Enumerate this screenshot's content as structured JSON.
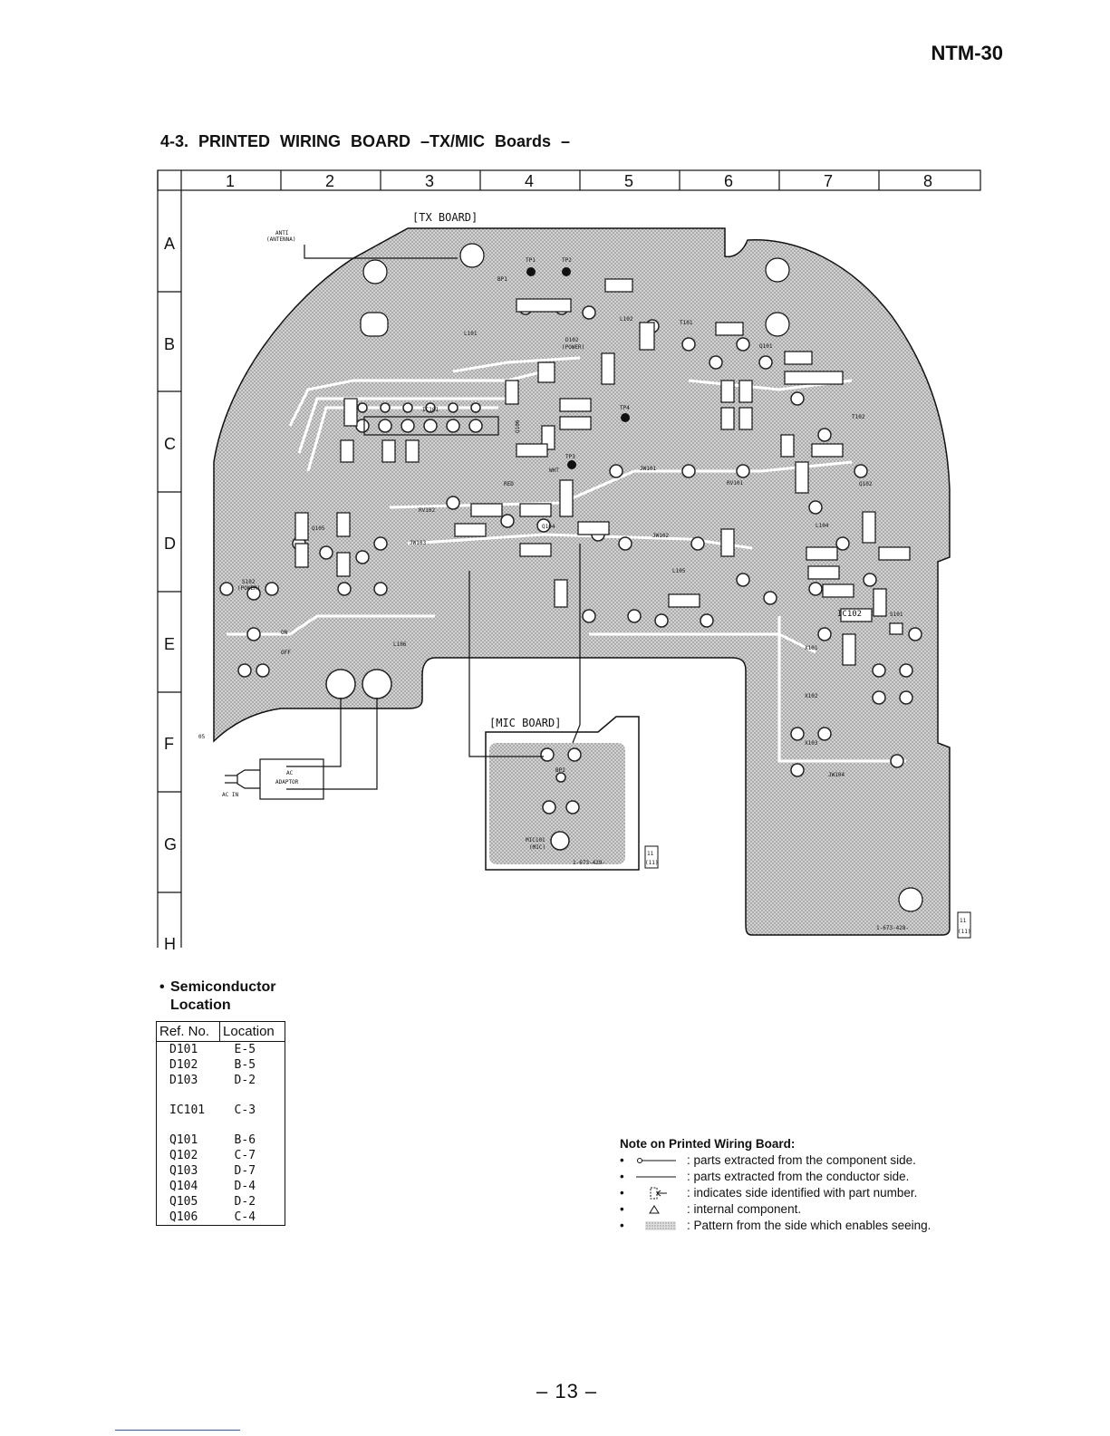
{
  "header": {
    "model": "NTM-30"
  },
  "section": {
    "title": "4-3.  PRINTED WIRING BOARD –TX/MIC Boards –"
  },
  "grid": {
    "columns": [
      "1",
      "2",
      "3",
      "4",
      "5",
      "6",
      "7",
      "8"
    ],
    "rows": [
      "A",
      "B",
      "C",
      "D",
      "E",
      "F",
      "G",
      "H"
    ]
  },
  "board_labels": {
    "tx_board": "[TX BOARD]",
    "mic_board": "[MIC BOARD]",
    "antenna": "ANTI",
    "antenna2": "(ANTENNA)",
    "ac_adaptor": "AC",
    "ac_adaptor2": "ADAPTOR",
    "ac_in": "AC IN",
    "tp1": "TP1",
    "tp2": "TP2",
    "tp3": "TP3",
    "tp4": "TP4",
    "bp1": "BP1",
    "bp2": "BP2",
    "l101": "L101",
    "l102": "L102",
    "l104": "L104",
    "l105": "L105",
    "l106": "L106",
    "d102": "D102",
    "d102b": "(POWER)",
    "t101": "T101",
    "t102": "T102",
    "q101": "Q101",
    "q102": "Q102",
    "q104": "Q104",
    "q105": "Q105",
    "q106": "Q106",
    "ic101": "IC101",
    "ic102": "IC102",
    "rv101": "RV101",
    "rv102": "RV102",
    "jw101": "JW101",
    "jw102": "JW102",
    "jw103": "JW103",
    "jw104": "JW104",
    "s101": "S101",
    "s102": "S102",
    "s102b": "(POWER)",
    "on": "ON",
    "off": "OFF",
    "x101": "X101",
    "x102": "X102",
    "x103": "X103",
    "mic101": "MIC101",
    "mic101b": "(MIC)",
    "red": "RED",
    "wht": "WHT",
    "pn_mic": "1-673-429-",
    "pn_tx": "1-673-428-",
    "ref_11": "11",
    "ref_011": "(11)",
    "o5": "05"
  },
  "semiconductor": {
    "title_line1": "Semiconductor",
    "title_line2": "Location",
    "header_ref": "Ref. No.",
    "header_loc": "Location",
    "groups": [
      [
        {
          "ref": "D101",
          "loc": "E-5"
        },
        {
          "ref": "D102",
          "loc": "B-5"
        },
        {
          "ref": "D103",
          "loc": "D-2"
        }
      ],
      [
        {
          "ref": "IC101",
          "loc": "C-3"
        }
      ],
      [
        {
          "ref": "Q101",
          "loc": "B-6"
        },
        {
          "ref": "Q102",
          "loc": "C-7"
        },
        {
          "ref": "Q103",
          "loc": "D-7"
        },
        {
          "ref": "Q104",
          "loc": "D-4"
        },
        {
          "ref": "Q105",
          "loc": "D-2"
        },
        {
          "ref": "Q106",
          "loc": "C-4"
        }
      ]
    ]
  },
  "notes": {
    "title": "Note on Printed Wiring Board:",
    "items": [
      ": parts extracted from the component side.",
      ": parts extracted from the conductor side.",
      ": indicates side identified with part number.",
      ": internal component.",
      ": Pattern from the side which enables seeing."
    ]
  },
  "footer": {
    "page": "– 13 –"
  }
}
